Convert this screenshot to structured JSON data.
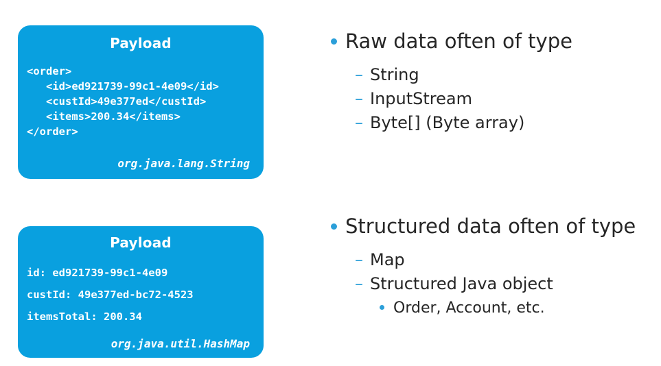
{
  "colors": {
    "accent_blue": "#09A0DF",
    "bullet_blue": "#2B9FD9",
    "text_dark": "#262626",
    "box_text": "#FFFFFF"
  },
  "glyphs": {
    "dash_bullet": "–"
  },
  "boxes": [
    {
      "title": "Payload",
      "lines": [
        "<order>",
        "   <id>ed921739-99c1-4e09</id>",
        "   <custId>49e377ed</custId>",
        "   <items>200.34</items>",
        "</order>"
      ],
      "footer": "org.java.lang.String"
    },
    {
      "title": "Payload",
      "lines": [
        "id: ed921739-99c1-4e09",
        "custId: 49e377ed-bc72-4523",
        "itemsTotal: 200.34"
      ],
      "footer": "org.java.util.HashMap"
    }
  ],
  "sections": [
    {
      "heading": "Raw data often of type",
      "items": [
        {
          "label": "String"
        },
        {
          "label": "InputStream"
        },
        {
          "label": "Byte[] (Byte array)"
        }
      ]
    },
    {
      "heading": "Structured data often of type",
      "items": [
        {
          "label": "Map"
        },
        {
          "label": "Structured Java object",
          "children": [
            {
              "label": "Order, Account, etc."
            }
          ]
        }
      ]
    }
  ]
}
